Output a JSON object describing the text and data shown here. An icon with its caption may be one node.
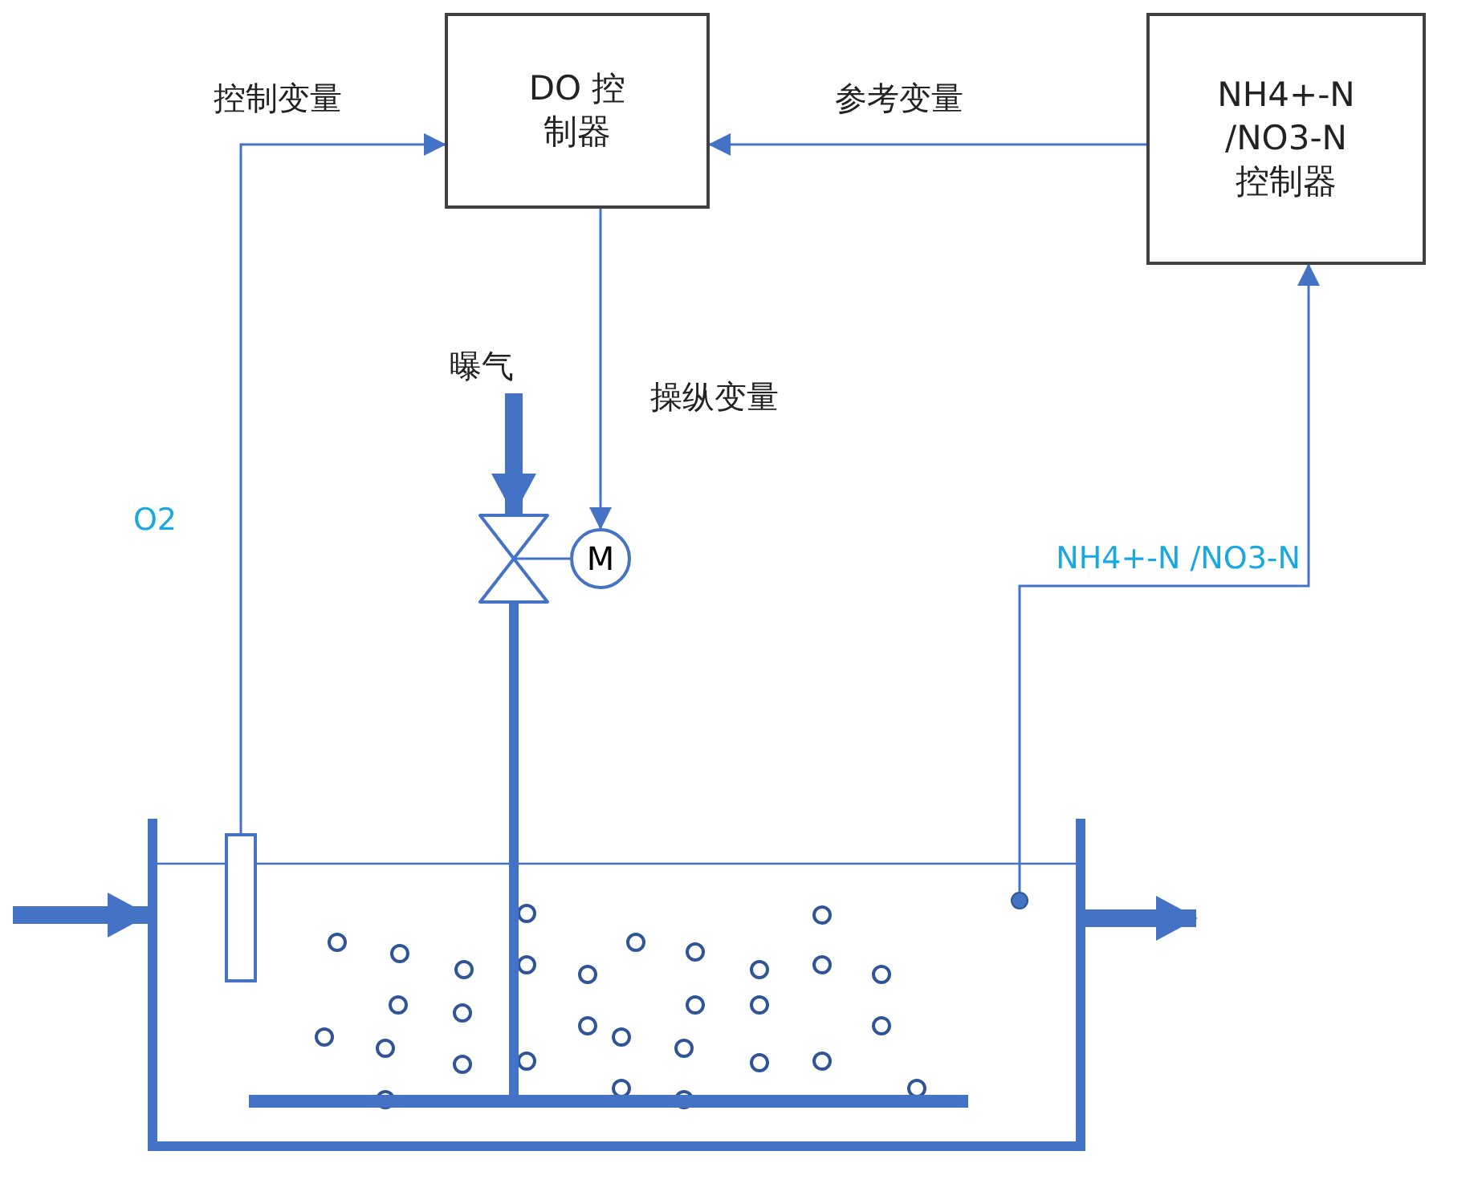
{
  "diagram": {
    "nodes": [
      {
        "text": [
          "DO 控制器"
        ]
      },
      {
        "text": [
          "NH4+-N /NO3-N 控制器"
        ]
      },
      {
        "text": [],
        "shape": "bar",
        "in": 6
      },
      {
        "text": [],
        "shape": "circle",
        "in": 6
      },
      {
        "text": [
          "M"
        ]
      },
      {
        "text": [],
        "shape": "valve"
      },
      {
        "text": [],
        "shape": "tank"
      },
      {
        "text": [],
        "shape": "bar",
        "in": 6
      }
    ],
    "edges": [
      {
        "from": 2,
        "to": 0,
        "arrow": "to",
        "label": "控制变量"
      },
      {
        "from": 1,
        "to": 0,
        "arrow": "to",
        "label": "参考变量"
      },
      {
        "from": 3,
        "to": 1,
        "arrow": "to"
      },
      {
        "from": 0,
        "to": 4,
        "arrow": "to",
        "label": "操纵变量"
      },
      {
        "from": 4,
        "to": 5,
        "arrow": "none"
      },
      {
        "from": null,
        "to": 5,
        "arrow": "to",
        "label": "曝气",
        "style": "thick"
      },
      {
        "from": 5,
        "to": 7,
        "arrow": "none",
        "style": "thick"
      },
      {
        "from": null,
        "to": 6,
        "arrow": "to",
        "style": "thick"
      },
      {
        "from": 6,
        "to": null,
        "arrow": "to",
        "style": "thick"
      }
    ],
    "labels": [
      "O2",
      "NH4+-N /NO3-N"
    ]
  }
}
